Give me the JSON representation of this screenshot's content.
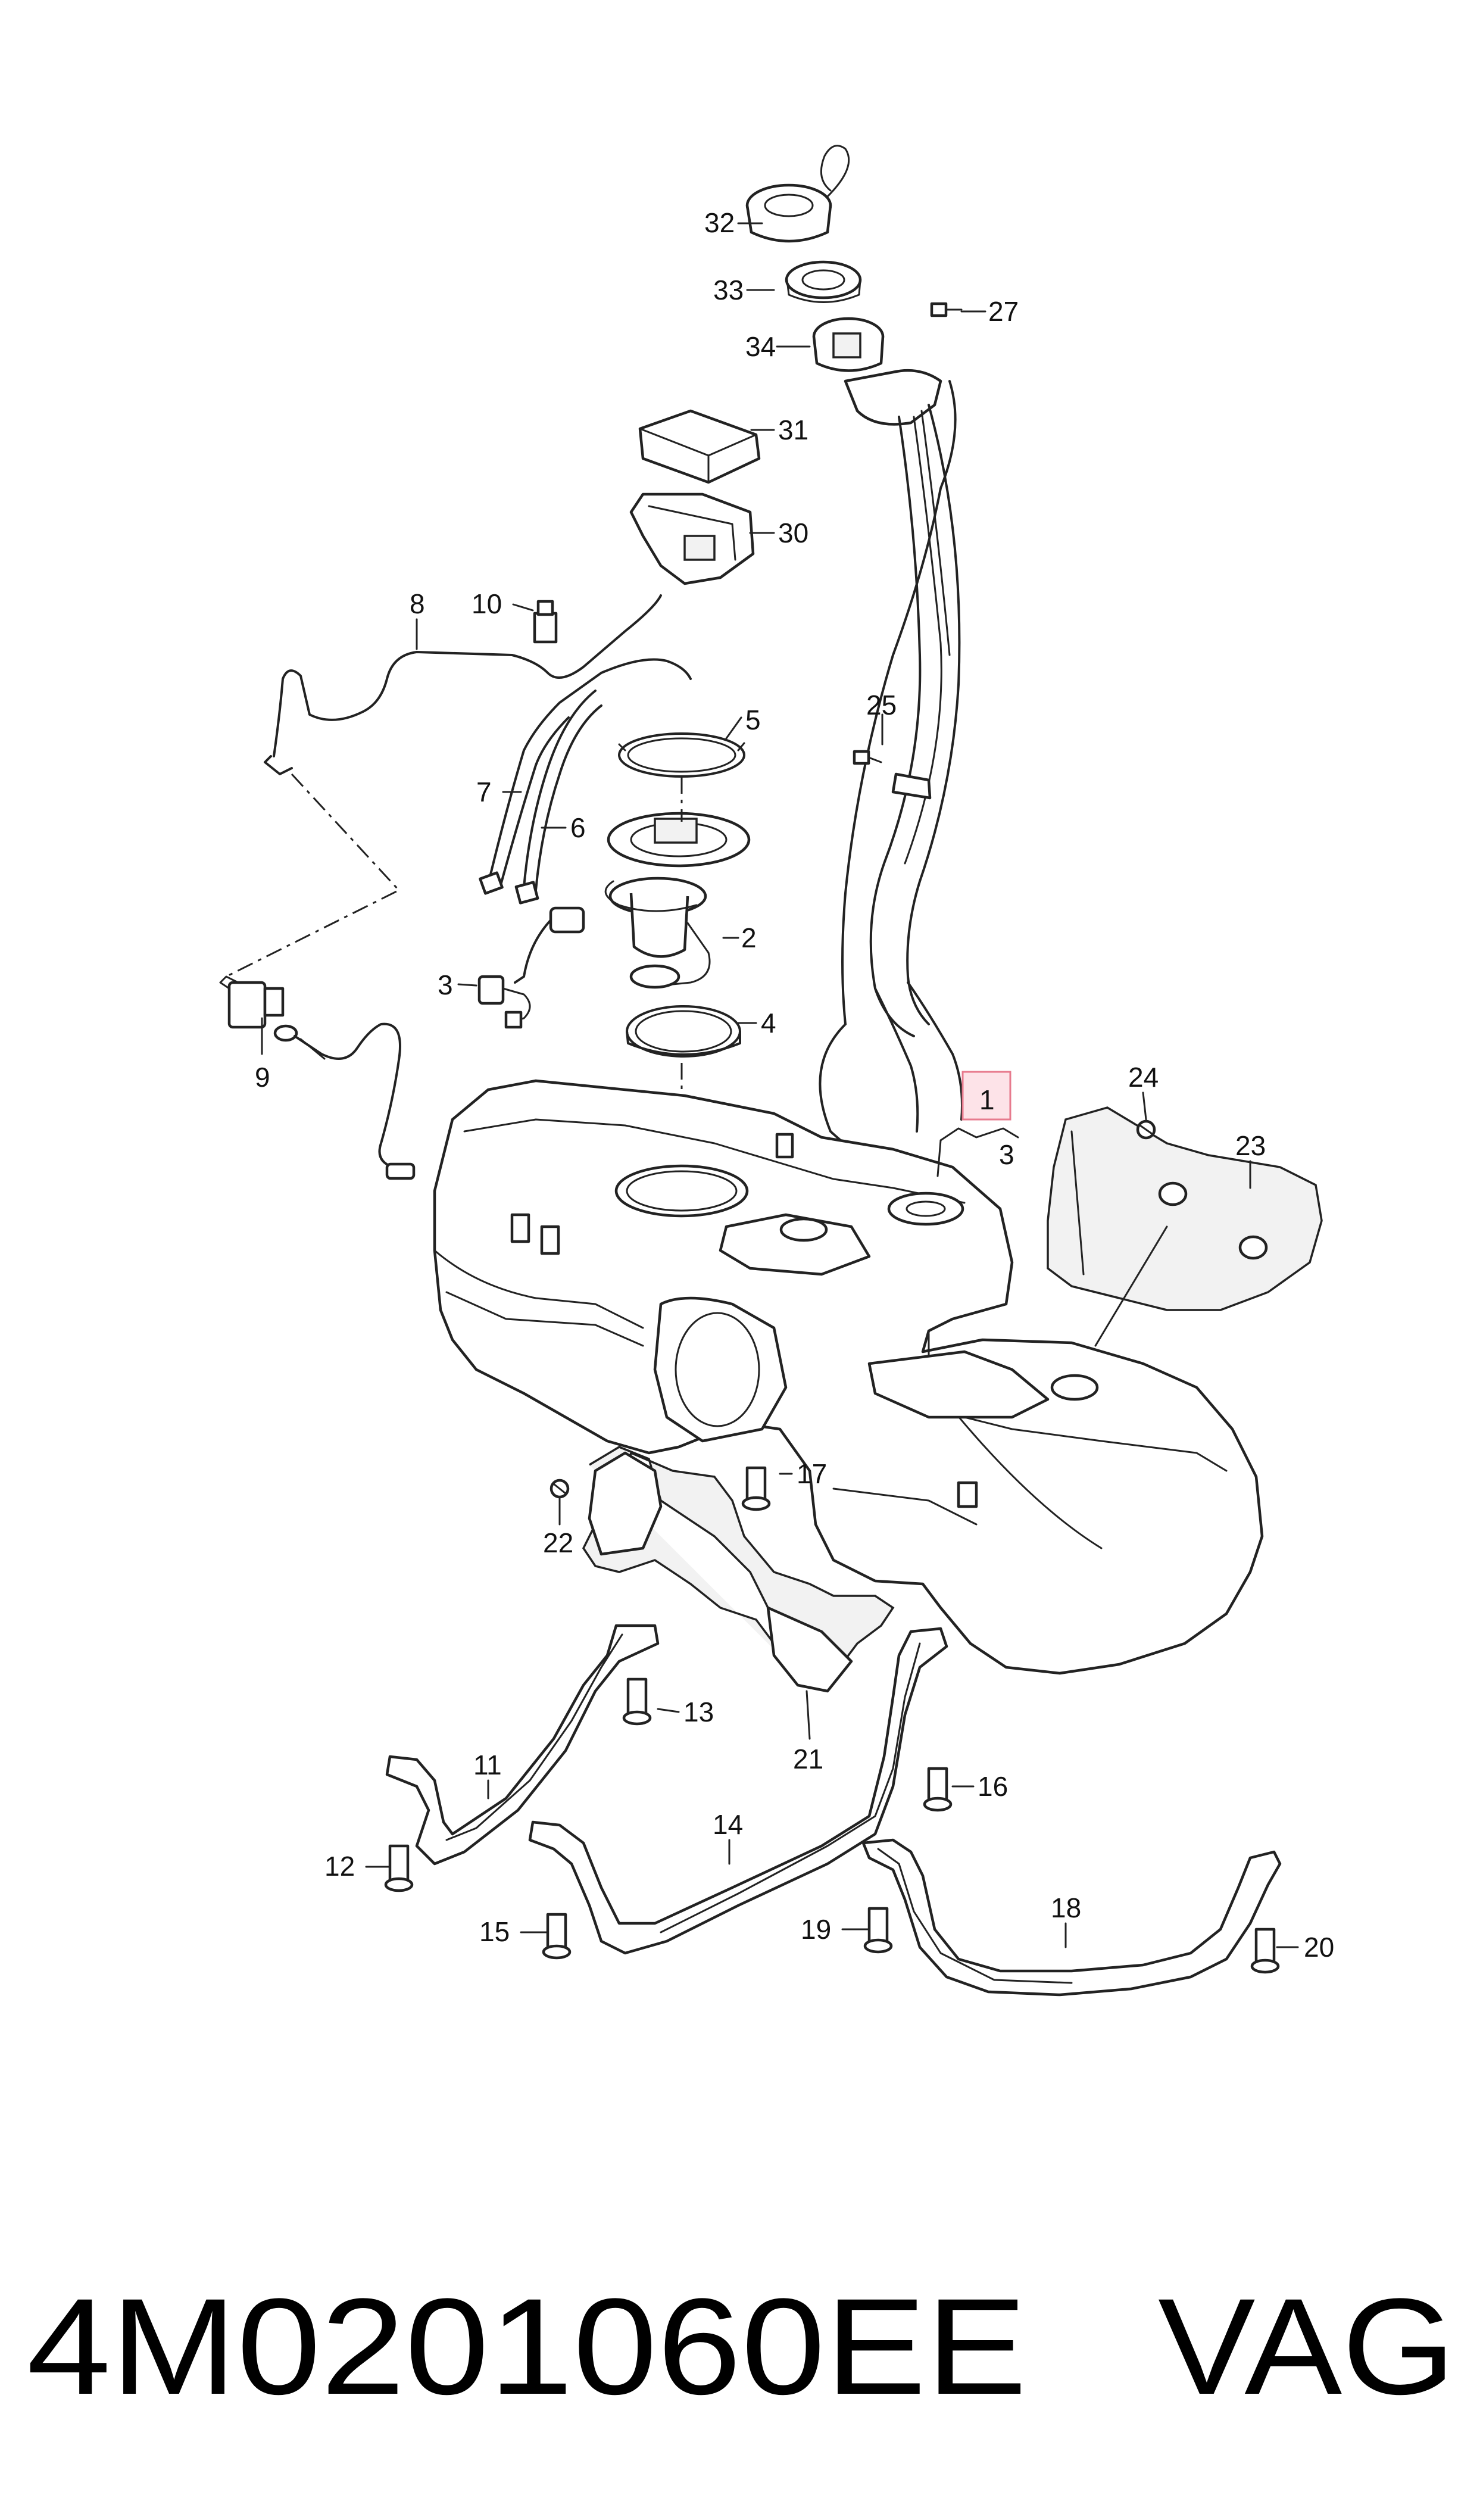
{
  "callouts": {
    "c1": "1",
    "c2": "2",
    "c3a": "3",
    "c3b": "3",
    "c4": "4",
    "c5": "5",
    "c6": "6",
    "c7": "7",
    "c8": "8",
    "c9": "9",
    "c10": "10",
    "c11": "11",
    "c12": "12",
    "c13": "13",
    "c14": "14",
    "c15": "15",
    "c16": "16",
    "c17": "17",
    "c18": "18",
    "c19": "19",
    "c20": "20",
    "c21": "21",
    "c22": "22",
    "c23": "23",
    "c24": "24",
    "c25": "25",
    "c27": "27",
    "c30": "30",
    "c31": "31",
    "c32": "32",
    "c33": "33",
    "c34": "34"
  },
  "footer": {
    "part_number": "4M0201060EE",
    "brand": "VAG"
  },
  "colors": {
    "line": "#222222",
    "highlight_fill": "#fde3e8",
    "highlight_border": "#e77a8d"
  }
}
